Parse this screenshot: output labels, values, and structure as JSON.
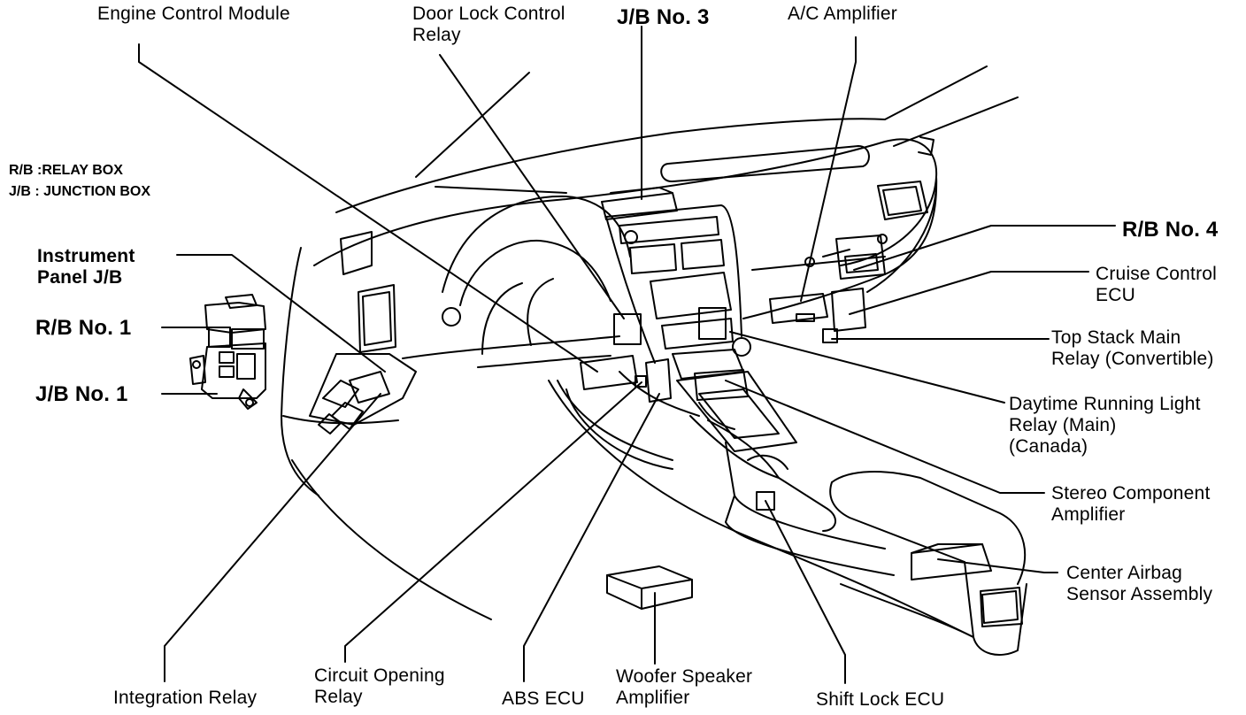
{
  "legend": {
    "rb": "R/B :RELAY BOX",
    "jb": "J/B : JUNCTION BOX"
  },
  "labels": {
    "engine_control_module": "Engine Control Module",
    "door_lock_relay_1": "Door Lock Control",
    "door_lock_relay_2": "Relay",
    "jb3": "J/B No. 3",
    "ac_amplifier": "A/C Amplifier",
    "rb4": "R/B No. 4",
    "cruise_1": "Cruise Control",
    "cruise_2": "ECU",
    "topstack_1": "Top Stack Main",
    "topstack_2": "Relay (Convertible)",
    "drl_1": "Daytime Running Light",
    "drl_2": "Relay (Main)",
    "drl_3": "(Canada)",
    "stereo_1": "Stereo Component",
    "stereo_2": "Amplifier",
    "airbag_1": "Center Airbag",
    "airbag_2": "Sensor Assembly",
    "instrument_jb_1": "Instrument",
    "instrument_jb_2": "Panel J/B",
    "rb1": "R/B No. 1",
    "jb1": "J/B No. 1",
    "integration_relay": "Integration Relay",
    "circuit_opening_1": "Circuit Opening",
    "circuit_opening_2": "Relay",
    "abs_ecu": "ABS ECU",
    "woofer_1": "Woofer Speaker",
    "woofer_2": "Amplifier",
    "shift_lock": "Shift Lock ECU"
  }
}
